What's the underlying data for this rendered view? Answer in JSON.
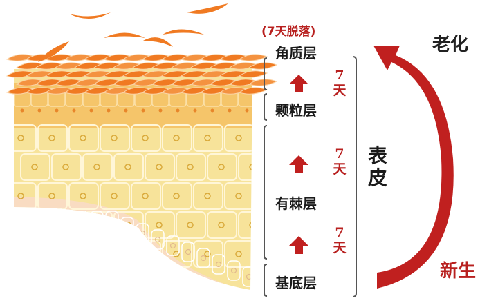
{
  "shed_note": "(7天脱落)",
  "layers": [
    "角质层",
    "颗粒层",
    "有棘层",
    "基底层"
  ],
  "intervals": [
    {
      "num": "7",
      "unit": "天"
    },
    {
      "num": "7",
      "unit": "天"
    },
    {
      "num": "7",
      "unit": "天"
    }
  ],
  "epidermis_label": [
    "表",
    "皮"
  ],
  "aging_label": "老化",
  "new_label": "新生",
  "colors": {
    "red": "#b8201f",
    "corneum": "#f07a22",
    "granular": "#f5b85a",
    "spinous": "#f7e39a",
    "basal": "#f9dcc2"
  }
}
